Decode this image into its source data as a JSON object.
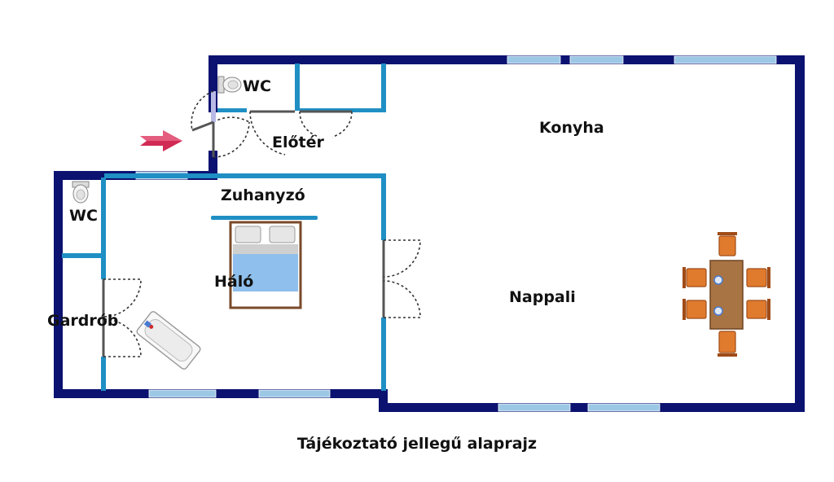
{
  "rooms": {
    "wc_top": "WC",
    "eloter": "Előtér",
    "konyha": "Konyha",
    "zuhanyzo": "Zuhanyzó",
    "wc_left": "WC",
    "halo": "Háló",
    "gardrob": "Gardrób",
    "nappali": "Nappali"
  },
  "caption": "Tájékoztató jellegű alaprajz",
  "colors": {
    "outer_wall": "#0b1270",
    "inner_wall": "#1f8fc4",
    "window": "#9cc8e6",
    "entrance_arrow": "#d12a55",
    "table": "#a87444",
    "chair": "#e07b2e",
    "bed_frame": "#7a4a2a",
    "bed_blanket": "#8fbfec"
  },
  "icons": {
    "entrance": "entrance-arrow-icon",
    "toilet": "toilet-icon",
    "bed": "double-bed-icon",
    "bathtub": "bathtub-icon",
    "dining": "dining-table-icon"
  }
}
